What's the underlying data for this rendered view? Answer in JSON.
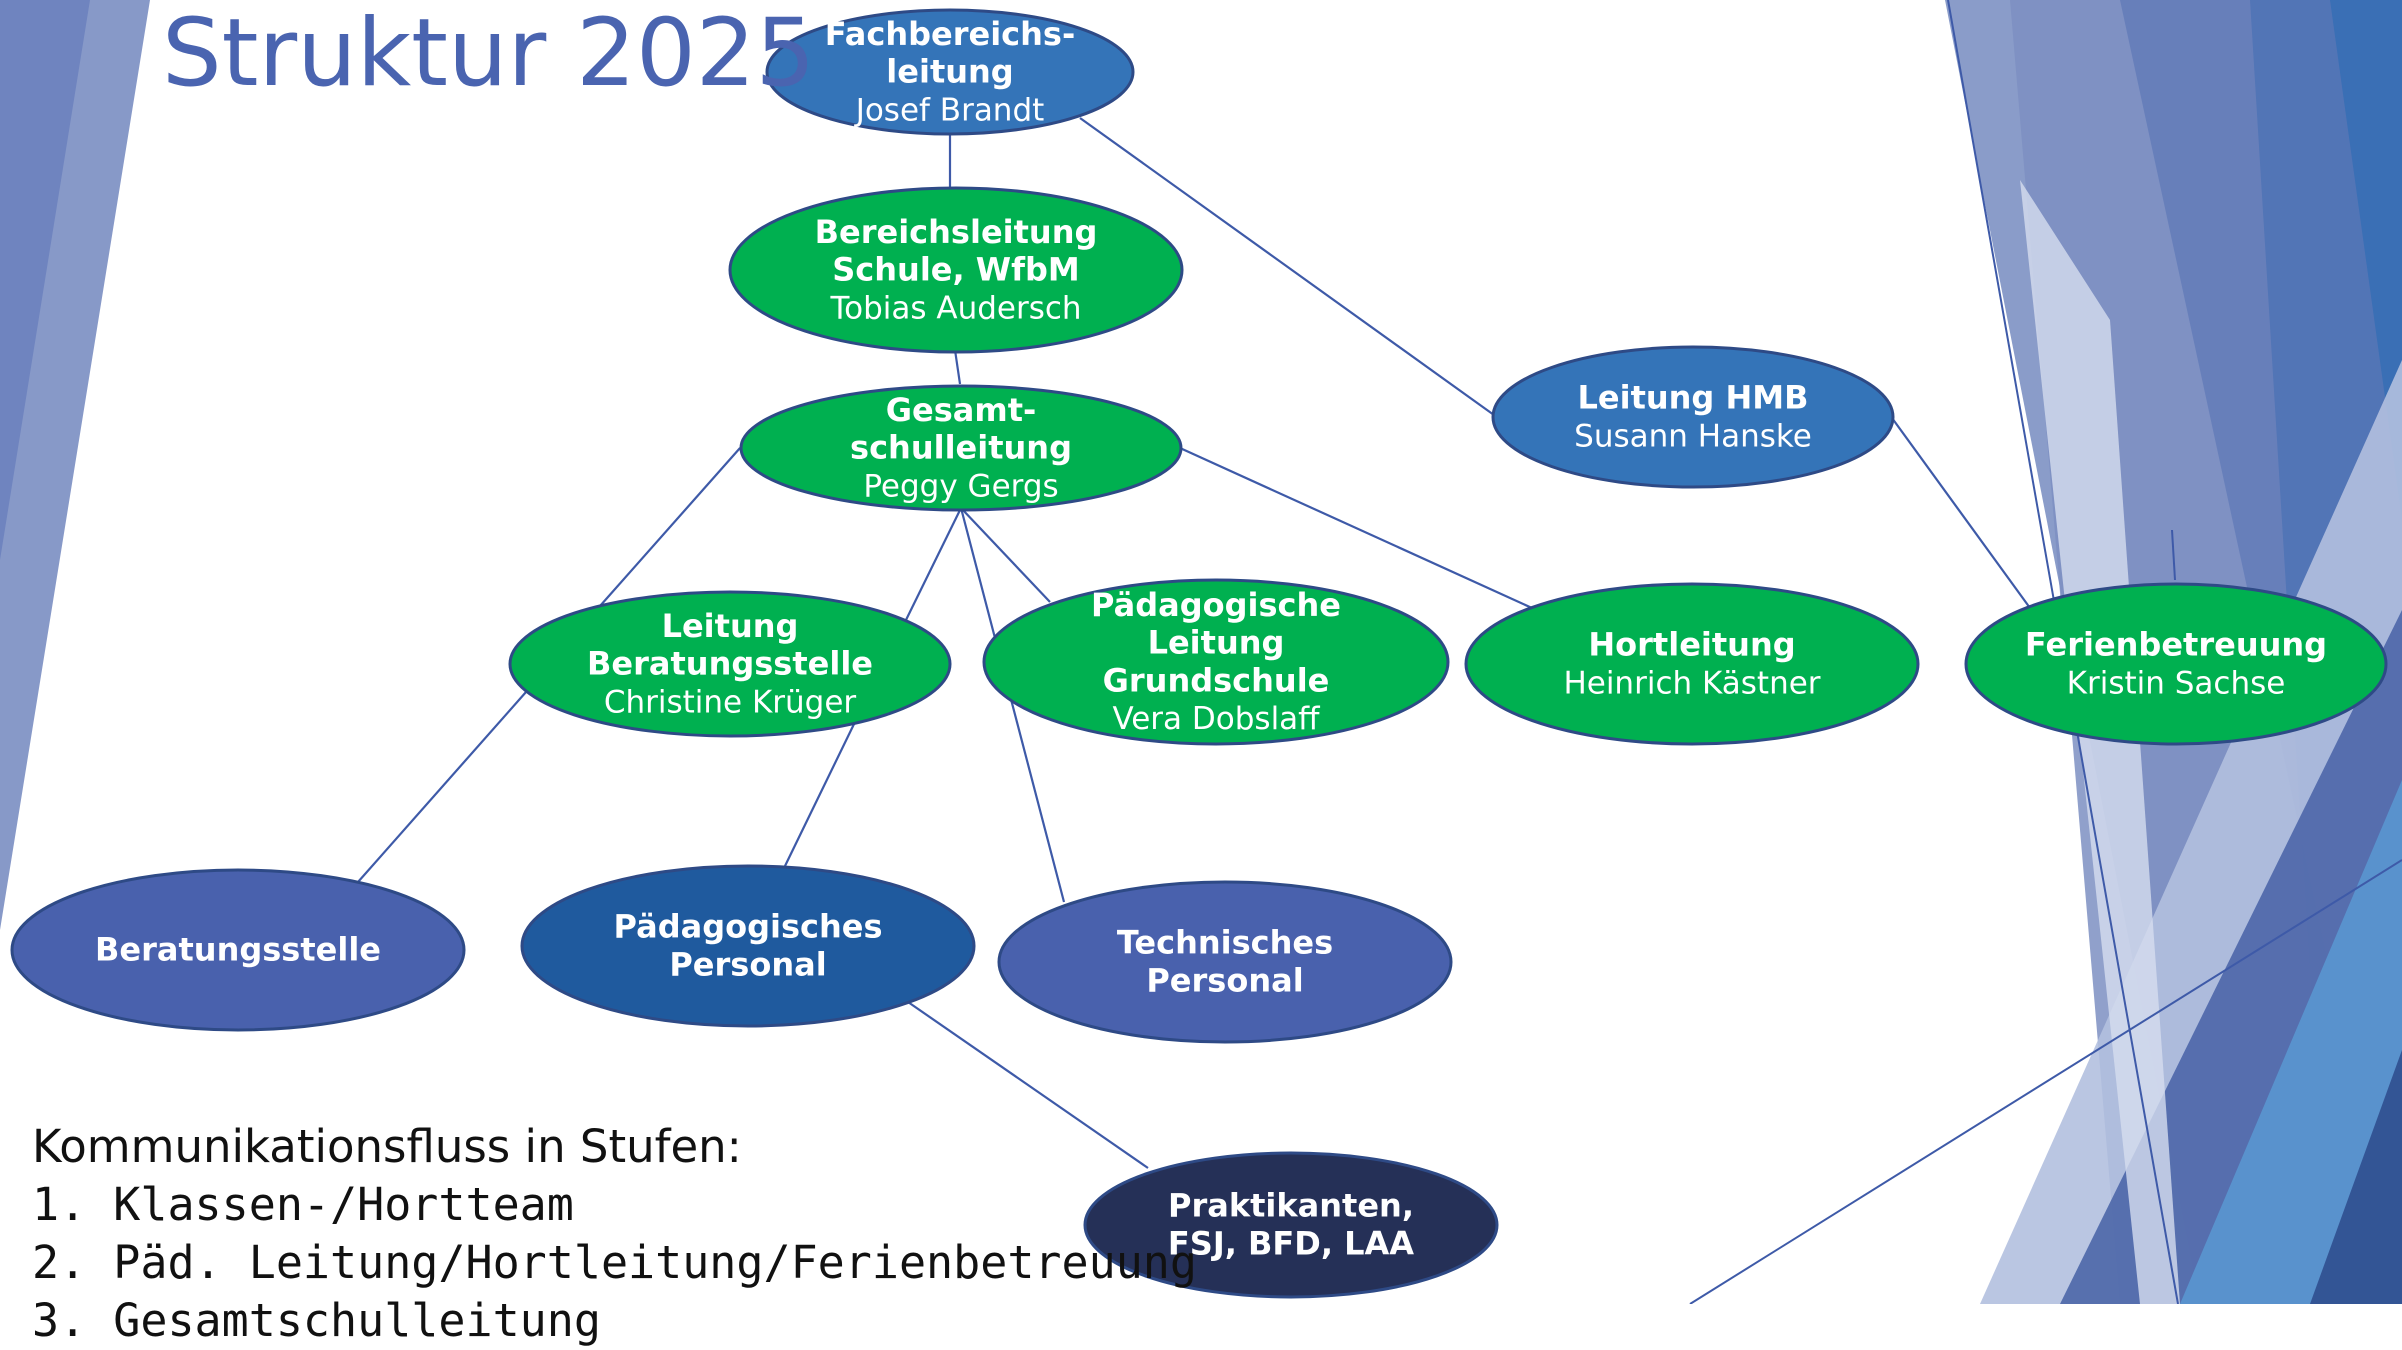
{
  "title": "Struktur 2025",
  "colors": {
    "blue": "#3474b8",
    "green": "#00b050",
    "indigo": "#4961ad",
    "darkblue": "#1f5a9e",
    "navy": "#253057",
    "border": "#2e4a86",
    "line": "#3e5aa8"
  },
  "nodes": {
    "fachbereichsleitung": {
      "lines": [
        "Fachbereichs-",
        "leitung"
      ],
      "name": "Josef Brandt"
    },
    "bereichsleitung": {
      "lines": [
        "Bereichsleitung",
        "Schule, WfbM"
      ],
      "name": "Tobias Audersch"
    },
    "gesamtschulleitung": {
      "lines": [
        "Gesamt-",
        "schulleitung"
      ],
      "name": "Peggy Gergs"
    },
    "leitung_hmb": {
      "lines": [
        "Leitung HMB"
      ],
      "name": "Susann Hanske"
    },
    "leitung_beratungsstelle": {
      "lines": [
        "Leitung",
        "Beratungsstelle"
      ],
      "name": "Christine Krüger"
    },
    "paed_leitung_grundschule": {
      "lines": [
        "Pädagogische",
        "Leitung",
        "Grundschule"
      ],
      "name": "Vera Dobslaff"
    },
    "hortleitung": {
      "lines": [
        "Hortleitung"
      ],
      "name": "Heinrich Kästner"
    },
    "ferienbetreuung": {
      "lines": [
        "Ferienbetreuung"
      ],
      "name": "Kristin Sachse"
    },
    "beratungsstelle": {
      "lines": [
        "Beratungsstelle"
      ],
      "name": ""
    },
    "paed_personal": {
      "lines": [
        "Pädagogisches",
        "Personal"
      ],
      "name": ""
    },
    "technisches_personal": {
      "lines": [
        "Technisches",
        "Personal"
      ],
      "name": ""
    },
    "praktikanten": {
      "lines": [
        "Praktikanten,",
        "FSJ, BFD, LAA"
      ],
      "name": ""
    }
  },
  "communication": {
    "heading": "Kommunikationsfluss in Stufen:",
    "items": [
      "1. Klassen-/Hortteam",
      "2. Päd. Leitung/Hortleitung/Ferienbetreuung",
      "3. Gesamtschulleitung"
    ]
  }
}
